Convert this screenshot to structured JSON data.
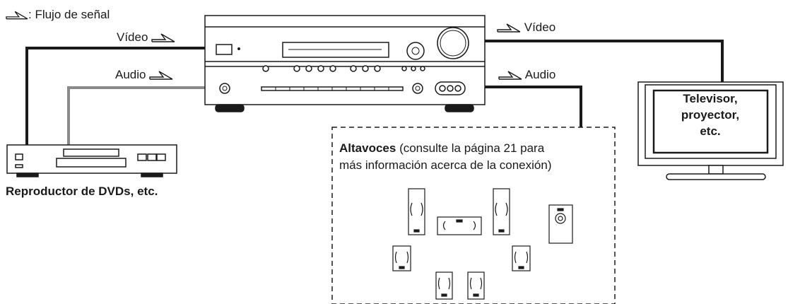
{
  "legend": {
    "label": ": Flujo de señal",
    "icon": "signal-flow-arrow-icon"
  },
  "left_video_label": "Vídeo",
  "left_audio_label": "Audio",
  "right_video_label": "Vídeo",
  "right_audio_label": "Audio",
  "tv": {
    "line1": "Televisor,",
    "line2": "proyector,",
    "line3": "etc."
  },
  "speakers": {
    "title": "Altavoces",
    "desc1": "(consulte la página 21 para",
    "desc2": "más información acerca de la conexión)"
  },
  "dvd_label": "Reproductor de DVDs, etc.",
  "colors": {
    "video_line": "#1a1a1a",
    "audio_line": "#8a8a8a"
  }
}
